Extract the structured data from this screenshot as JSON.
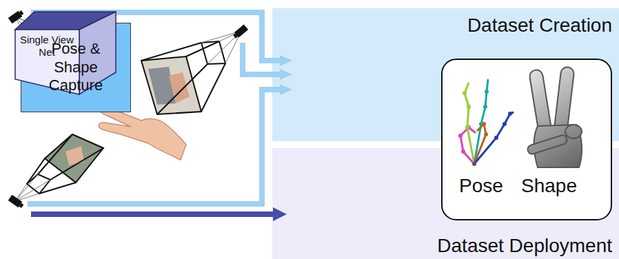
{
  "diagram": {
    "nodes": [
      {
        "text": [
          "Dataset Creation"
        ]
      },
      {
        "text": [
          "Pose & Shape Capture"
        ],
        "in": 0
      },
      {
        "text": [
          "Dataset Deployment"
        ]
      },
      {
        "text": [
          "Single View Net"
        ],
        "in": 2
      },
      {
        "text": [
          "Pose",
          "Shape"
        ]
      }
    ],
    "edges": [
      {
        "from": 1,
        "to": 4,
        "arrow": "to"
      },
      {
        "from": 3,
        "to": 4,
        "arrow": "to"
      }
    ]
  }
}
